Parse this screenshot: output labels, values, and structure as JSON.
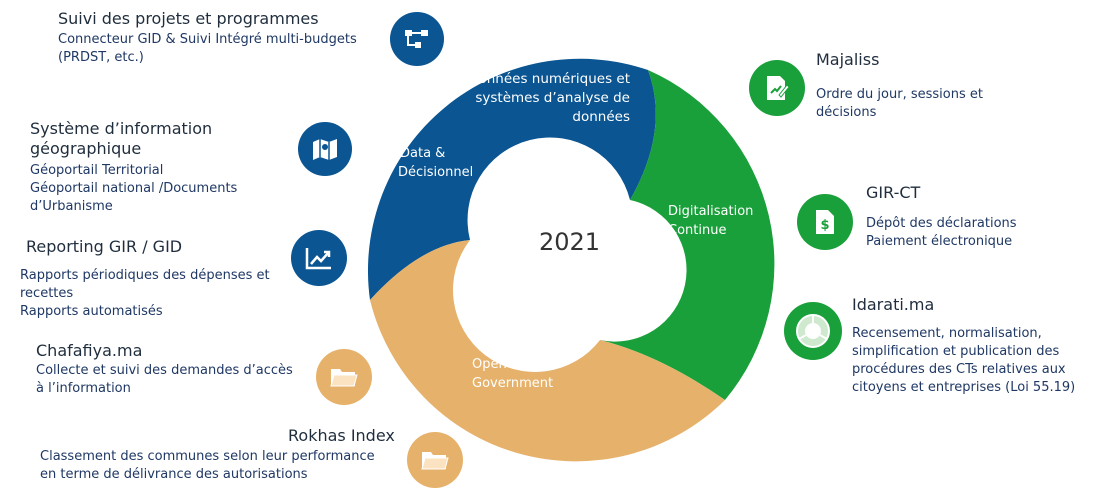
{
  "center": {
    "year": "2021"
  },
  "segments": {
    "data": {
      "label_lines": [
        "Data &",
        "Décisionnel"
      ],
      "color": "#0a5592"
    },
    "digital": {
      "label_lines": [
        "Digitalisation",
        "Continue"
      ],
      "color": "#1aa03a"
    },
    "open": {
      "label_lines": [
        "Open",
        "Government"
      ],
      "color": "#e6b26b"
    },
    "data_desc_lines": [
      "Données numériques et",
      "systèmes d’analyse de",
      "données"
    ]
  },
  "left_items": [
    {
      "title": "Suivi des projets et programmes",
      "desc_lines": [
        "Connecteur GID & Suivi Intégré multi-budgets",
        "(PRDST, etc.)"
      ],
      "icon": "flowchart-icon"
    },
    {
      "title_lines": [
        "Système d’information",
        "géographique"
      ],
      "desc_lines": [
        "Géoportail Territorial",
        "Géoportail national /Documents",
        "d’Urbanisme"
      ],
      "icon": "map-icon"
    },
    {
      "title": "Reporting GIR / GID",
      "desc_lines": [
        "Rapports périodiques des dépenses et",
        "recettes",
        "Rapports automatisés"
      ],
      "icon": "chart-icon"
    },
    {
      "title": "Chafafiya.ma",
      "desc_lines": [
        "Collecte et suivi des demandes d’accès",
        "à l’information"
      ],
      "icon": "folder-icon"
    },
    {
      "title": "Rokhas Index",
      "desc_lines": [
        "Classement des communes selon leur performance",
        "en terme de délivrance des autorisations"
      ],
      "icon": "folder-icon"
    }
  ],
  "right_items": [
    {
      "title": "Majaliss",
      "desc_lines": [
        "Ordre du jour, sessions et",
        "décisions"
      ],
      "icon": "document-edit-icon"
    },
    {
      "title": "GIR-CT",
      "desc_lines": [
        "Dépôt des déclarations",
        "Paiement électronique"
      ],
      "icon": "invoice-icon"
    },
    {
      "title": "Idarati.ma",
      "desc_lines": [
        "Recensement, normalisation,",
        "simplification et publication des",
        "procédures des CTs relatives aux",
        "citoyens et entreprises (Loi 55.19)"
      ],
      "icon": "cycle-icon"
    }
  ],
  "colors": {
    "blue": "#0a5592",
    "green": "#1aa03a",
    "orange": "#e6b26b",
    "navy_text": "#1f3864"
  }
}
